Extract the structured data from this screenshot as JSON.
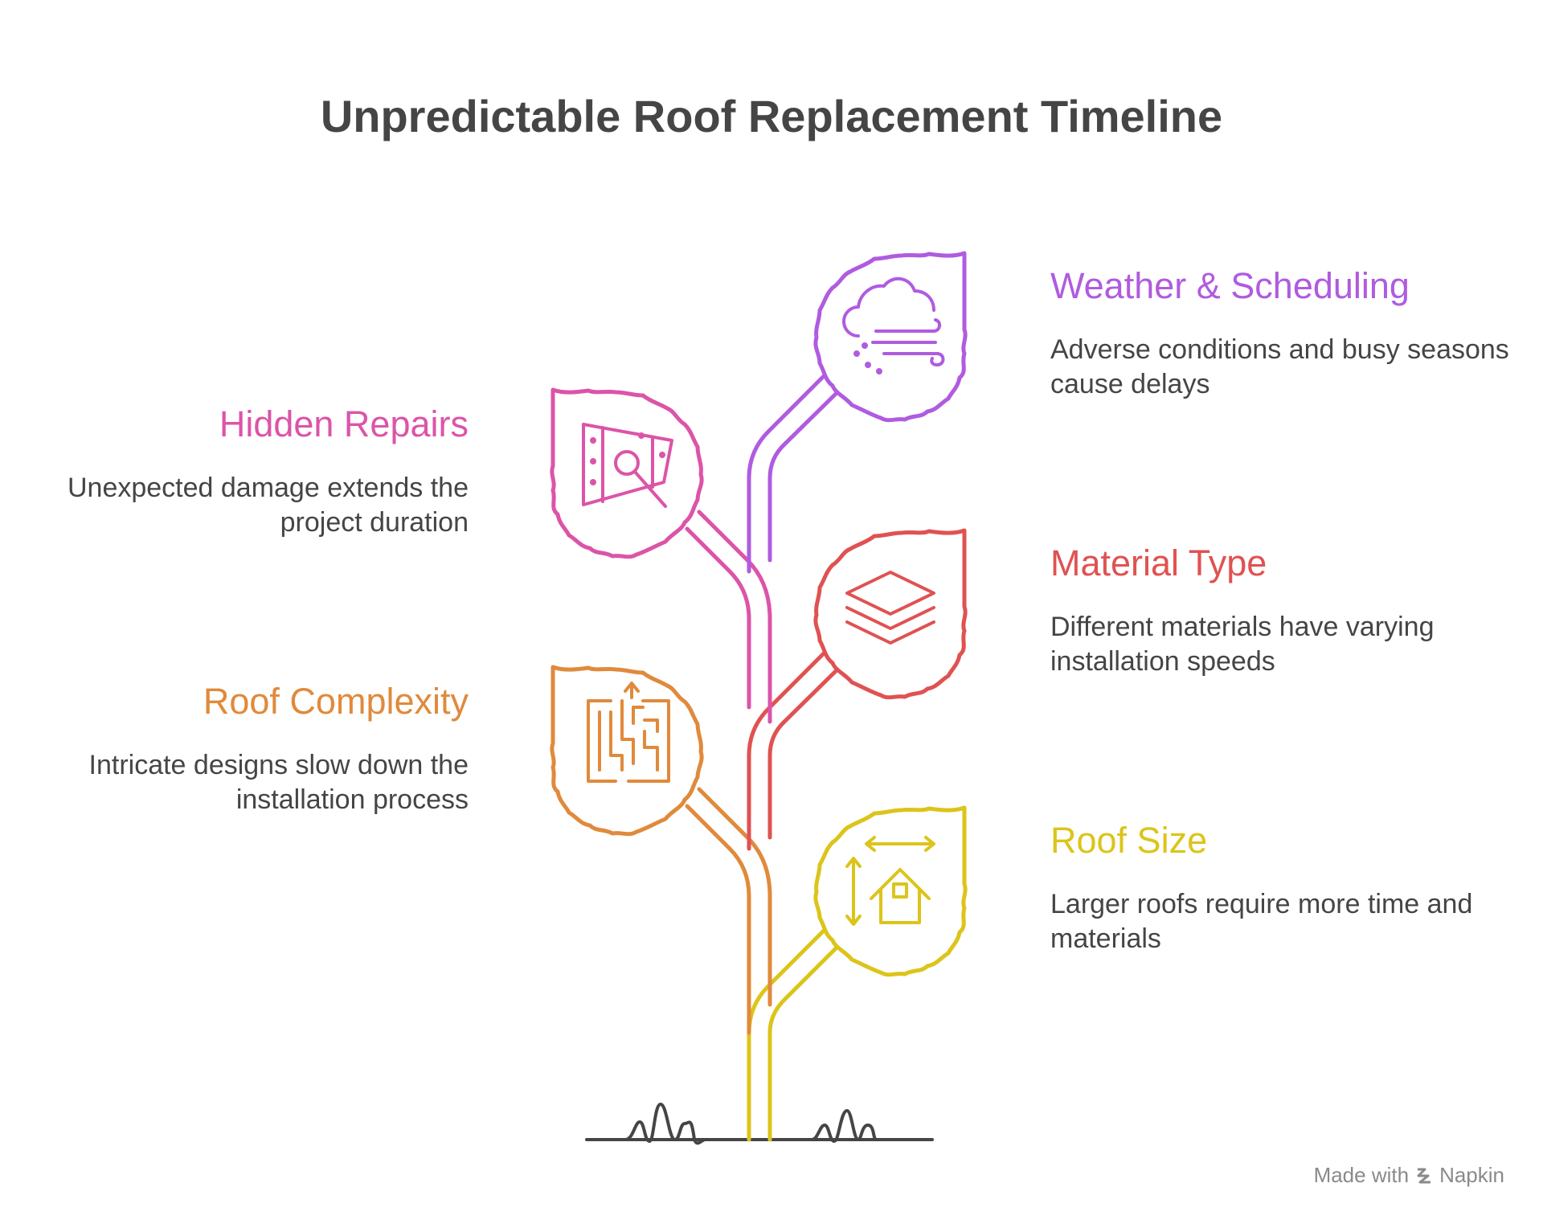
{
  "title": "Unpredictable Roof Replacement Timeline",
  "items": [
    {
      "heading": "Weather & Scheduling",
      "description": "Adverse conditions and busy seasons cause delays",
      "color": "#b05be0",
      "icon": "weather-icon"
    },
    {
      "heading": "Hidden Repairs",
      "description": "Unexpected damage extends the project duration",
      "color": "#dc54a8",
      "icon": "inspection-icon"
    },
    {
      "heading": "Material Type",
      "description": "Different materials have varying installation speeds",
      "color": "#e05252",
      "icon": "layers-icon"
    },
    {
      "heading": "Roof Complexity",
      "description": "Intricate designs slow down the installation process",
      "color": "#e08a3c",
      "icon": "maze-icon"
    },
    {
      "heading": "Roof Size",
      "description": "Larger roofs require more time and materials",
      "color": "#dcc41a",
      "icon": "house-size-icon"
    }
  ],
  "brand": {
    "prefix": "Made with",
    "name": "Napkin"
  }
}
